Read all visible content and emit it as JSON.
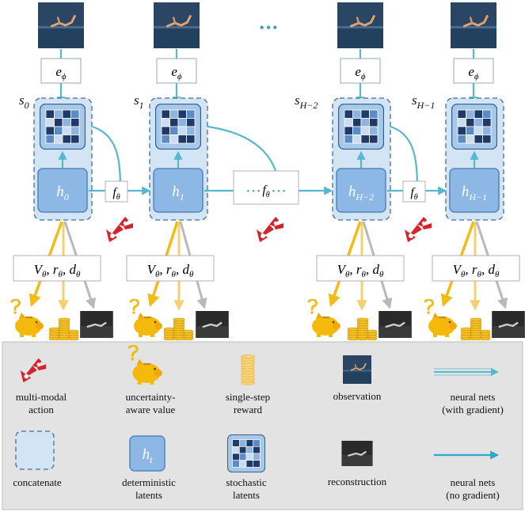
{
  "encoder_label": "e",
  "encoder_sub": "ϕ",
  "ellipsis": "•••",
  "states": [
    {
      "s": "s",
      "s_sub": "0",
      "h": "h",
      "h_sub": "0"
    },
    {
      "s": "s",
      "s_sub": "1",
      "h": "h",
      "h_sub": "1"
    },
    {
      "s": "s",
      "s_sub": "H−2",
      "h": "h",
      "h_sub": "H−2"
    },
    {
      "s": "s",
      "s_sub": "H−1",
      "h": "h",
      "h_sub": "H−1"
    }
  ],
  "transition_label": "f",
  "transition_sub": "θ",
  "heads_label": "V",
  "heads_sub1": "θ",
  "heads_mid1": ", r",
  "heads_sub2": "θ",
  "heads_mid2": ", d",
  "heads_sub3": "θ",
  "legend": {
    "action": [
      "multi-modal",
      "action"
    ],
    "value": [
      "uncertainty-",
      "aware value"
    ],
    "reward": [
      "single-step",
      "reward"
    ],
    "observation": [
      "observation"
    ],
    "nn_grad": [
      "neural nets",
      "(with gradient)"
    ],
    "concat": [
      "concatenate"
    ],
    "det": [
      "deterministic",
      "latents"
    ],
    "det_symbol": "h",
    "det_symbol_sub": "t",
    "stoch": [
      "stochastic",
      "latents"
    ],
    "recon": [
      "reconstruction"
    ],
    "nn_nograd": [
      "neural nets",
      "(no gradient)"
    ]
  },
  "colors": {
    "arrow_gradient": "#55b8ce",
    "arrow_no_gradient": "#2aa9c9",
    "value_arrow": "#f2bb16",
    "reward_arrow": "#f6cf72",
    "recon_arrow": "#b9b9b9",
    "action_icon": "#d5232a",
    "latent_fill": "#d3e4f5",
    "h_fill": "#8db7e4"
  }
}
